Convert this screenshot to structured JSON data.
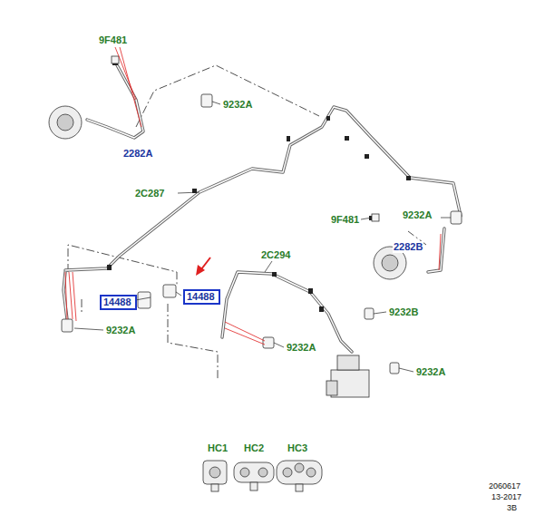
{
  "diagram": {
    "nodes": [
      {
        "text": [
          "14488"
        ]
      },
      {
        "text": [
          "14488"
        ]
      }
    ],
    "labels": [
      "9F481",
      "9232A",
      "2282A",
      "2C287",
      "9F481",
      "9232A",
      "2282B",
      "2C294",
      "9232B",
      "9232A",
      "9232A",
      "9232A",
      "HC1",
      "HC2",
      "HC3",
      "2060617",
      "13-2017",
      "3B"
    ]
  }
}
